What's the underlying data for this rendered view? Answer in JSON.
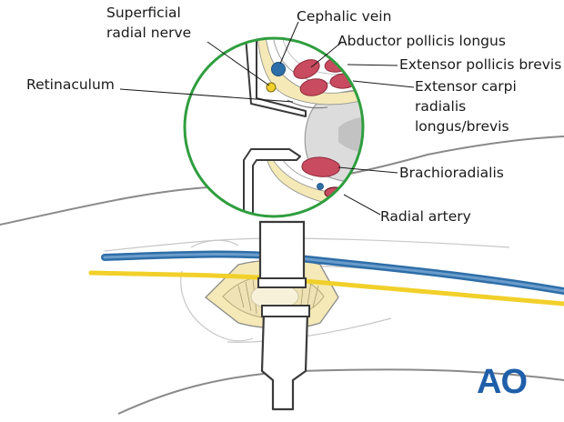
{
  "labels": {
    "superficial_radial_nerve": [
      "Superficial",
      "radial nerve"
    ],
    "cephalic_vein": "Cephalic vein",
    "abductor_pollicis_longus": "Abductor pollicis longus",
    "extensor_pollicis_brevis": "Extensor pollicis brevis",
    "extensor_carpi_radialis": [
      "Extensor carpi",
      "radialis",
      "longus/brevis"
    ],
    "retinaculum": "Retinaculum",
    "brachioradialis": "Brachioradialis",
    "radial_artery": "Radial artery"
  },
  "logo": {
    "text": "AO"
  },
  "colors": {
    "muscle": "#c94b5f",
    "muscle_light": "#e07f8d",
    "vein": "#2e6ea8",
    "nerve": "#f1d02a",
    "retractor_outline": "#3a3a3a",
    "inset_circle": "#2f9e3f",
    "logo": "#1f5faa",
    "limb_outline": "#8a8a8a",
    "fat_yellow": "#f4e9b7",
    "bone": "#dcdcdc"
  }
}
